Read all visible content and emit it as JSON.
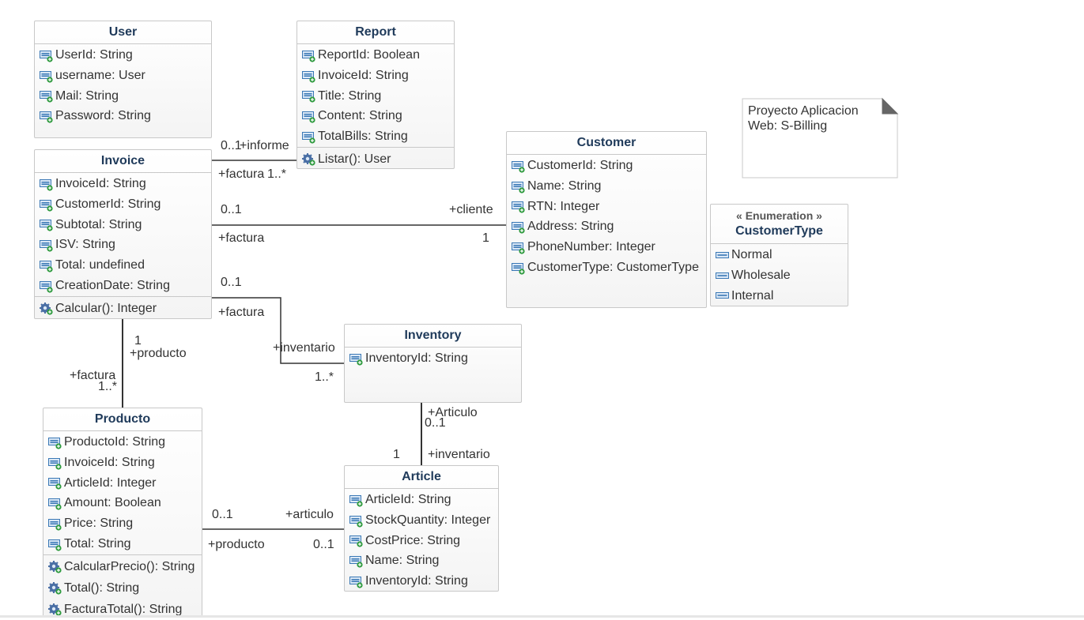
{
  "colors": {
    "title": "#1f3a5a",
    "border": "#c8c8c8",
    "line": "#333333",
    "attr_icon": "#3a78b5",
    "plus": "#2e9a3e",
    "method_icon": "#4a6fa5"
  },
  "classes": {
    "user": {
      "name": "User",
      "attributes": [
        "UserId: String",
        "username: User",
        "Mail: String",
        "Password: String"
      ],
      "operations": []
    },
    "report": {
      "name": "Report",
      "attributes": [
        "ReportId: Boolean",
        "InvoiceId: String",
        "Title: String",
        "Content: String",
        "TotalBills: String"
      ],
      "operations": [
        "Listar(): User"
      ]
    },
    "invoice": {
      "name": "Invoice",
      "attributes": [
        "InvoiceId: String",
        "CustomerId: String",
        "Subtotal: String",
        "ISV: String",
        "Total: undefined",
        "CreationDate: String"
      ],
      "operations": [
        "Calcular(): Integer"
      ]
    },
    "customer": {
      "name": "Customer",
      "attributes": [
        "CustomerId: String",
        "Name: String",
        "RTN: Integer",
        "Address: String",
        "PhoneNumber: Integer",
        "CustomerType: CustomerType"
      ],
      "operations": []
    },
    "customertype": {
      "stereotype": "« Enumeration »",
      "name": "CustomerType",
      "literals": [
        "Normal",
        "Wholesale",
        "Internal"
      ]
    },
    "inventory": {
      "name": "Inventory",
      "attributes": [
        "InventoryId: String"
      ],
      "operations": []
    },
    "producto": {
      "name": "Producto",
      "attributes": [
        "ProductoId: String",
        "InvoiceId: String",
        "ArticleId: Integer",
        "Amount: Boolean",
        "Price: String",
        "Total: String"
      ],
      "operations": [
        "CalcularPrecio(): String",
        "Total(): String",
        "FacturaTotal(): String"
      ]
    },
    "article": {
      "name": "Article",
      "attributes": [
        "ArticleId: String",
        "StockQuantity: Integer",
        "CostPrice: String",
        "Name: String",
        "InventoryId: String"
      ],
      "operations": []
    }
  },
  "note": {
    "text": "Proyecto Aplicacion\nWeb: S-Billing"
  },
  "labels": {
    "inv_rep_mult_top": "0..1",
    "inv_rep_role_top": "+informe",
    "inv_rep_role_bot": "+factura",
    "inv_rep_mult_bot": "1..*",
    "inv_cus_mult_left": "0..1",
    "inv_cus_role_right": "+cliente",
    "inv_cus_role_left": "+factura",
    "inv_cus_mult_right": "1",
    "inv_inv_mult": "0..1",
    "inv_inv_role_left": "+factura",
    "inv_inv_role_right": "+inventario",
    "inv_inv_mult_right": "1..*",
    "inv_pro_mult_top": "1",
    "inv_pro_role_top": "+producto",
    "inv_pro_role_bot": "+factura",
    "inv_pro_mult_bot": "1..*",
    "inv_art_role_top": "+Articulo",
    "inv_art_mult_top": "0..1",
    "inv_art_mult_bot": "1",
    "inv_art_role_bot": "+inventario",
    "pro_art_mult_left": "0..1",
    "pro_art_role_right": "+articulo",
    "pro_art_role_left": "+producto",
    "pro_art_mult_right": "0..1"
  }
}
